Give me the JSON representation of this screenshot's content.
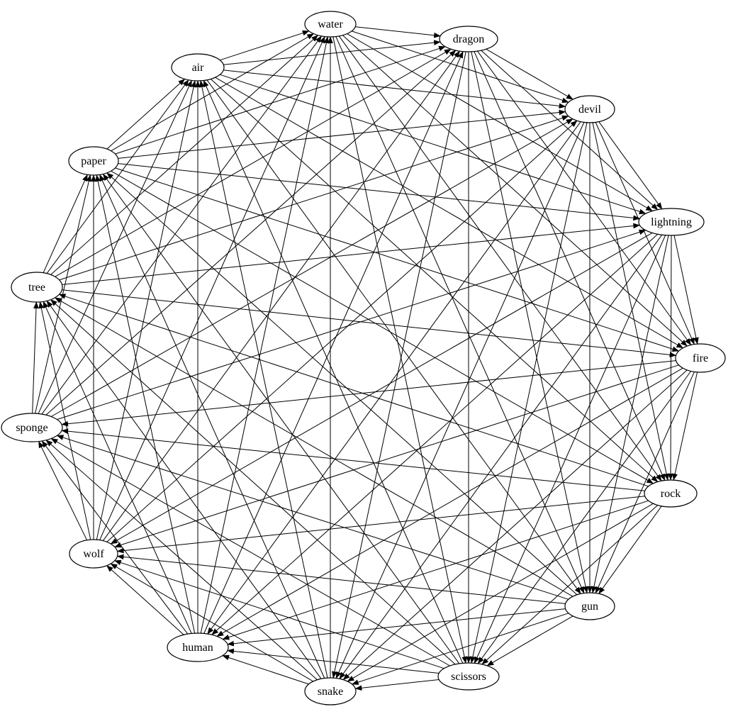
{
  "diagram": {
    "type": "directed-graph",
    "layout": "circular",
    "nodes": [
      {
        "id": "water",
        "label": "water"
      },
      {
        "id": "dragon",
        "label": "dragon"
      },
      {
        "id": "devil",
        "label": "devil"
      },
      {
        "id": "lightning",
        "label": "lightning"
      },
      {
        "id": "fire",
        "label": "fire"
      },
      {
        "id": "rock",
        "label": "rock"
      },
      {
        "id": "gun",
        "label": "gun"
      },
      {
        "id": "scissors",
        "label": "scissors"
      },
      {
        "id": "snake",
        "label": "snake"
      },
      {
        "id": "human",
        "label": "human"
      },
      {
        "id": "wolf",
        "label": "wolf"
      },
      {
        "id": "sponge",
        "label": "sponge"
      },
      {
        "id": "tree",
        "label": "tree"
      },
      {
        "id": "paper",
        "label": "paper"
      },
      {
        "id": "air",
        "label": "air"
      }
    ],
    "rule": "each node points to the next 7 nodes in clockwise order",
    "edges_per_node": 7
  }
}
